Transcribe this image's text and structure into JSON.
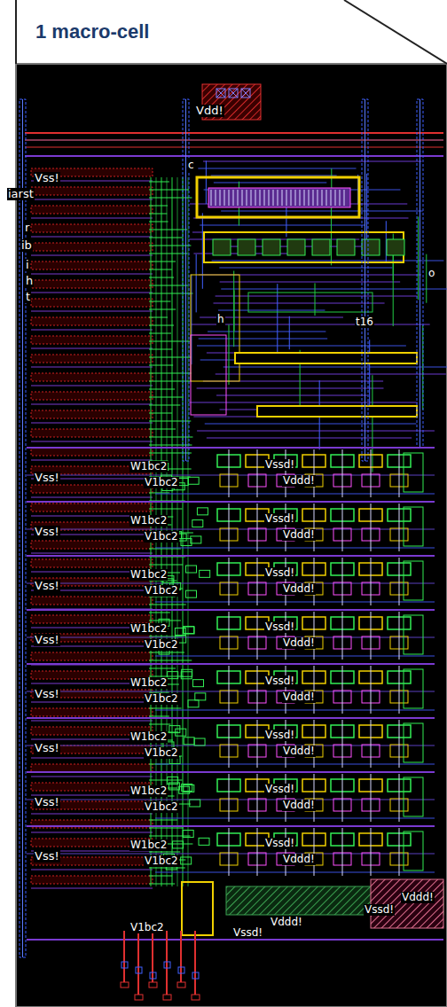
{
  "diagram": {
    "title": "1 macro-cell",
    "labels": [
      "Vdd!",
      "Vss!",
      "iarst",
      "c",
      "r",
      "ib",
      "i",
      "h",
      "t",
      "o",
      "h",
      "t16",
      "Vss!",
      "W1bc2",
      "V1bc2",
      "Vssd!",
      "Vddd!",
      "Vss!",
      "W1bc2",
      "V1bc2",
      "Vssd!",
      "Vddd!",
      "Vss!",
      "W1bc2",
      "V1bc2",
      "Vssd!",
      "Vddd!",
      "Vss!",
      "W1bc2",
      "V1bc2",
      "Vssd!",
      "Vddd!",
      "Vss!",
      "W1bc2",
      "V1bc2",
      "Vssd!",
      "Vddd!",
      "Vss!",
      "W1bc2",
      "V1bc2",
      "Vssd!",
      "Vddd!",
      "Vss!",
      "W1bc2",
      "V1bc2",
      "Vssd!",
      "Vddd!",
      "Vss!",
      "W1bc2",
      "V1bc2",
      "Vssd!",
      "Vddd!",
      "Vssd!",
      "Vddd!",
      "V1bc2",
      "Vssd!",
      "Vddd!"
    ]
  }
}
